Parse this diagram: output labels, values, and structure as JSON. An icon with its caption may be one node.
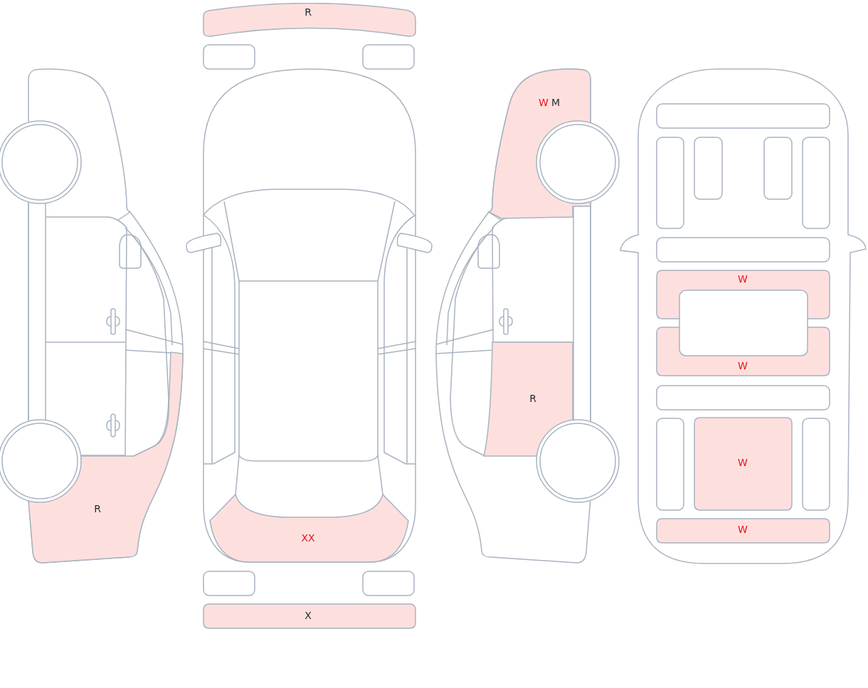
{
  "diagram": {
    "nodes": [
      {
        "text": [
          "R"
        ]
      },
      {
        "text": [
          "W",
          "M"
        ]
      },
      {
        "text": [
          "W"
        ]
      },
      {
        "text": [
          "W"
        ]
      },
      {
        "text": [
          "R"
        ]
      },
      {
        "text": [
          "W"
        ]
      },
      {
        "text": [
          "R"
        ]
      },
      {
        "text": [
          "W"
        ]
      },
      {
        "text": [
          "XX"
        ]
      },
      {
        "text": [
          "X"
        ]
      }
    ]
  }
}
